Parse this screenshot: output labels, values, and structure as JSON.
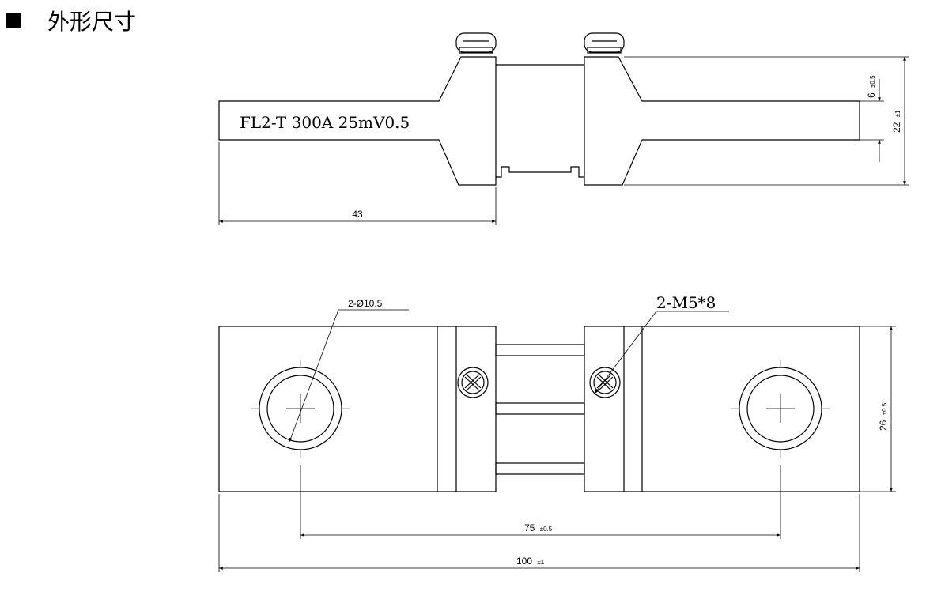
{
  "heading": {
    "bullet": "■",
    "title": "外形尺寸"
  },
  "top_view": {
    "marking": "FL2-T 300A 25mV0.5",
    "dim_length": "43",
    "dim_thickness": "6",
    "dim_thickness_tol": "±0.5",
    "dim_height": "22",
    "dim_height_tol": "±1"
  },
  "plan_view": {
    "hole_callout": "2-Ø10.5",
    "screw_callout": "2-M5*8",
    "dim_width": "26",
    "dim_width_tol": "±0.5",
    "dim_hole_pitch": "75",
    "dim_hole_pitch_tol": "±0.5",
    "dim_total_length": "100",
    "dim_total_length_tol": "±1"
  }
}
